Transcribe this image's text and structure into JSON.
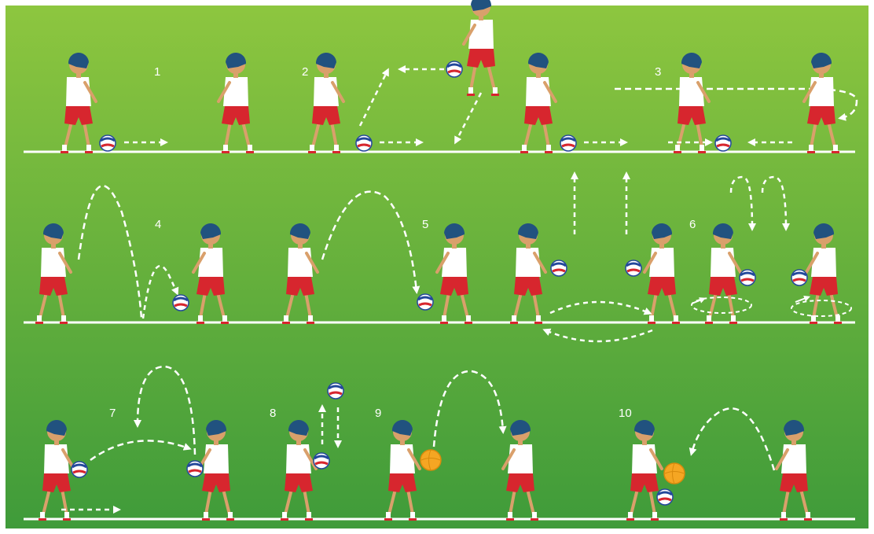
{
  "colors": {
    "field_light": "#8dc63f",
    "field_dark": "#3f9b3a",
    "line": "#ffffff",
    "shirt": "#ffffff",
    "shorts": "#d7262e",
    "skin": "#d9a06b",
    "hair": "#21527f",
    "ball_blue": "#23489b",
    "ball_red": "#d7262e",
    "ball_orange": "#f5a623"
  },
  "drills": [
    {
      "number": "1"
    },
    {
      "number": "2"
    },
    {
      "number": "3"
    },
    {
      "number": "4"
    },
    {
      "number": "5"
    },
    {
      "number": "6"
    },
    {
      "number": "7"
    },
    {
      "number": "8"
    },
    {
      "number": "9"
    },
    {
      "number": "10"
    }
  ]
}
